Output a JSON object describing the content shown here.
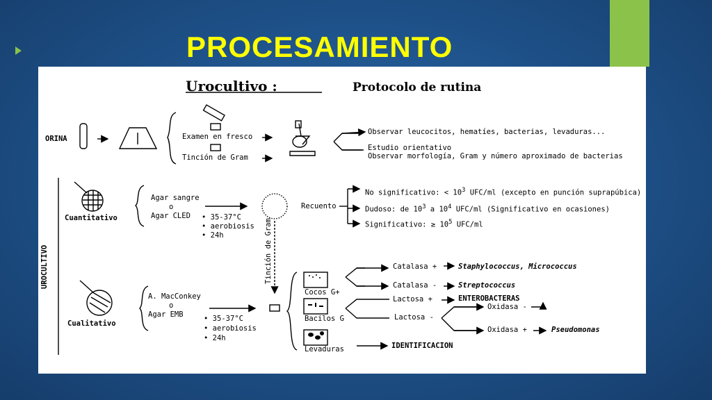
{
  "slide": {
    "title": "PROCESAMIENTO",
    "accent_color": "#8bc34a",
    "title_color": "#ffff00"
  },
  "diagram": {
    "heading_main": "Urocultivo :",
    "heading_sub": "Protocolo de rutina",
    "section1": {
      "start": "ORINA",
      "examen": "Examen en fresco",
      "tincion": "Tinción de Gram",
      "observe1": "Observar leucocitos, hematíes, bacterias, levaduras...",
      "estudio": "Estudio orientativo",
      "observe2": "Observar morfología, Gram y número aproximado de bacterias"
    },
    "side_label": "UROCULTIVO",
    "cuantitativo": {
      "label": "Cuantitativo",
      "agar1": "Agar sangre",
      "o": "o",
      "agar2": "Agar CLED",
      "cond1": "35-37°C",
      "cond2": "aerobiosis",
      "cond3": "24h",
      "recuento": "Recuento",
      "r1_pre": "No significativo: < 10",
      "r1_exp": "3",
      "r1_post": "UFC/ml  (excepto en punción suprapúbica)",
      "r2_pre": "Dudoso: de 10",
      "r2_exp1": "3",
      "r2_mid": "a 10",
      "r2_exp2": "4",
      "r2_post": "UFC/ml (Significativo en ocasiones)",
      "r3_pre": "Significativo:  ≥ 10",
      "r3_exp": "5",
      "r3_post": "UFC/ml"
    },
    "tincion_vertical": "Tinción de Gram",
    "cualitativo": {
      "label": "Cualitativo",
      "agar1": "A. MacConkey",
      "o": "o",
      "agar2": "Agar EMB",
      "cond1": "35-37°C",
      "cond2": "aerobiosis",
      "cond3": "24h",
      "cocos": "Cocos G+",
      "bacilos": "Bacilos G",
      "levaduras": "Levaduras",
      "catalasa_pos": "Catalasa +",
      "staph": "Staphylococcus, Micrococcus",
      "catalasa_neg": "Catalasa -",
      "strep": "Streptococcus",
      "lactosa_pos": "Lactosa +",
      "entero": "ENTEROBACTERAS",
      "lactosa_neg": "Lactosa -",
      "oxidasa_neg": "Oxidasa -",
      "oxidasa_pos": "Oxidasa +",
      "pseudo": "Pseudomonas",
      "identificacion": "IDENTIFICACION"
    }
  }
}
